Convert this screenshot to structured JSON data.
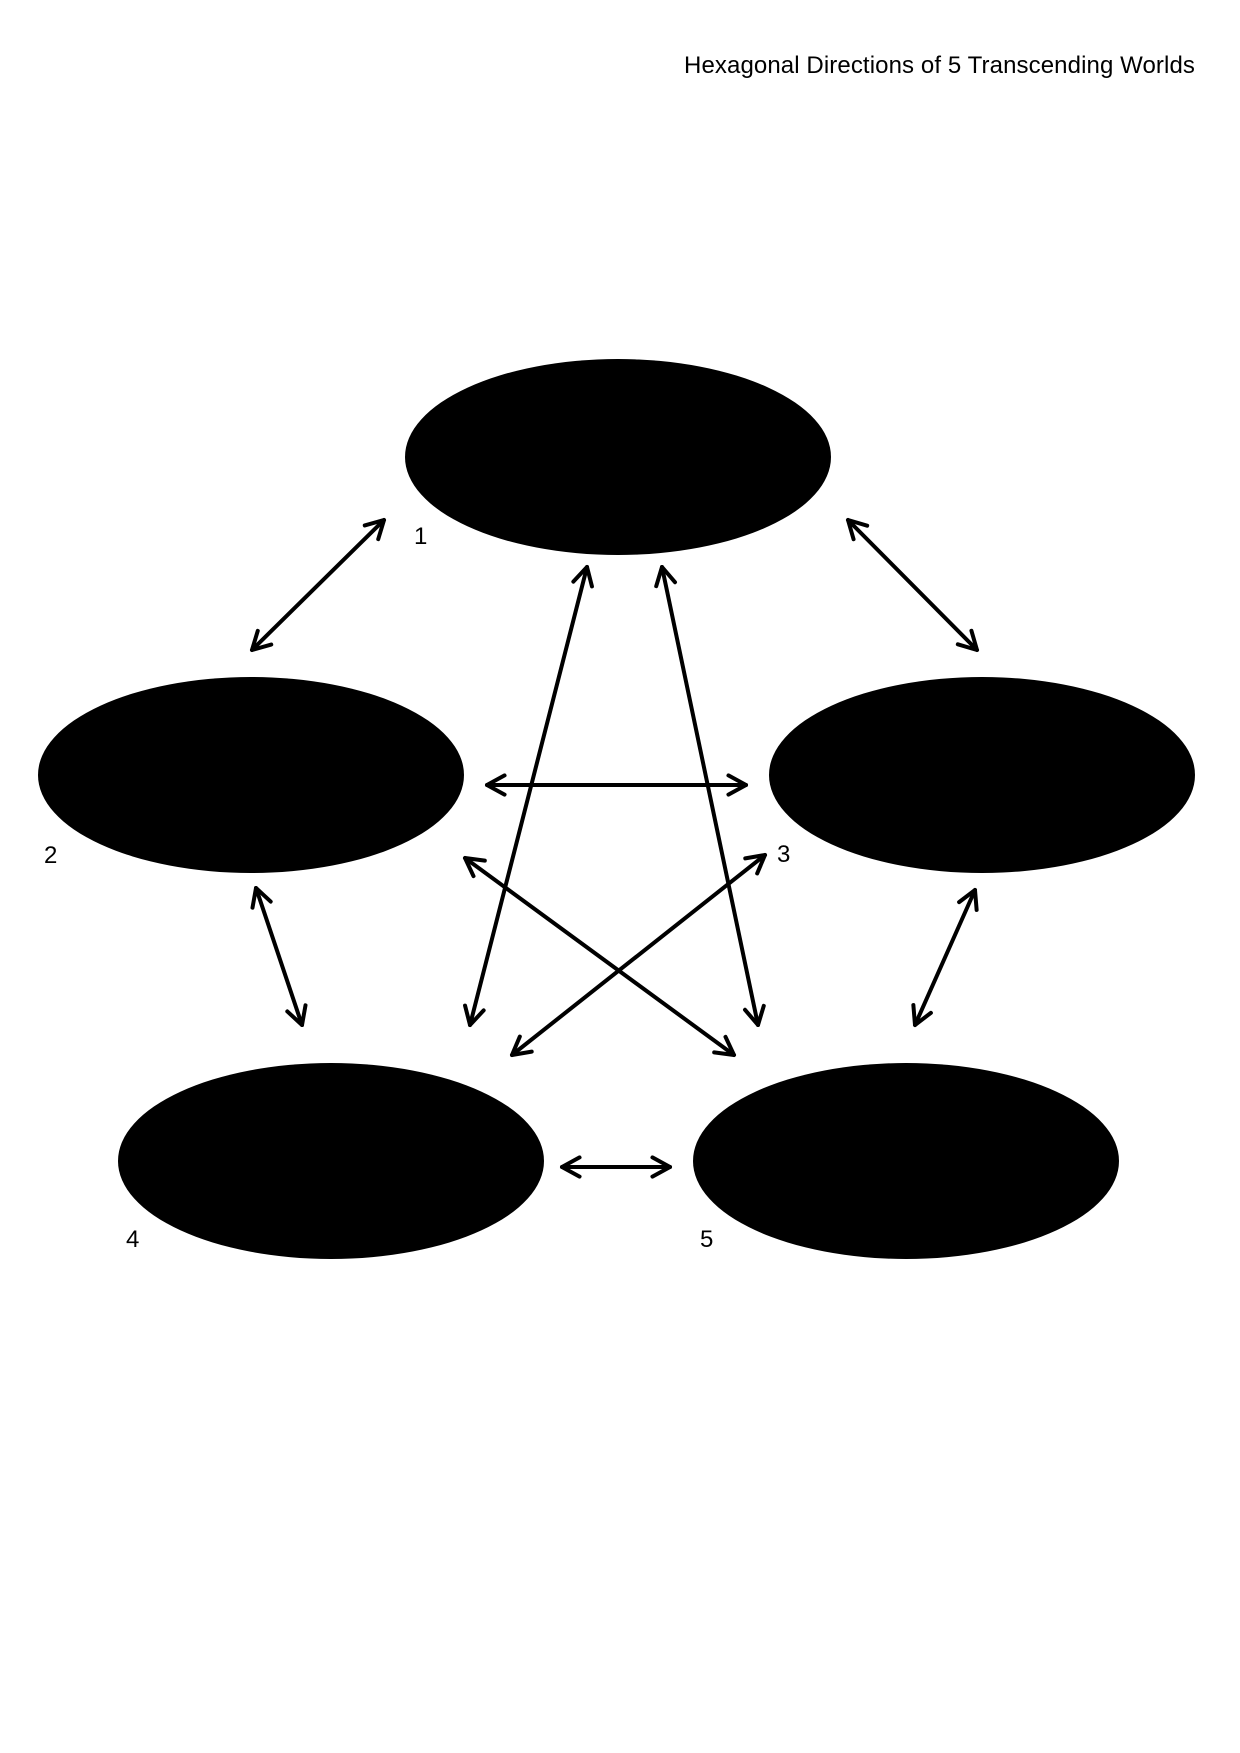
{
  "title": "Hexagonal Directions of 5 Transcending Worlds",
  "colors": {
    "node_fill": "#000000",
    "connector": "#000000",
    "background": "#ffffff"
  },
  "nodes": [
    {
      "id": "1",
      "label": "1"
    },
    {
      "id": "2",
      "label": "2"
    },
    {
      "id": "3",
      "label": "3"
    },
    {
      "id": "4",
      "label": "4"
    },
    {
      "id": "5",
      "label": "5"
    }
  ],
  "connections": [
    {
      "from": "1",
      "to": "2",
      "direction": "bidirectional"
    },
    {
      "from": "1",
      "to": "3",
      "direction": "bidirectional"
    },
    {
      "from": "1",
      "to": "4",
      "direction": "bidirectional"
    },
    {
      "from": "1",
      "to": "5",
      "direction": "bidirectional"
    },
    {
      "from": "2",
      "to": "3",
      "direction": "bidirectional"
    },
    {
      "from": "2",
      "to": "4",
      "direction": "bidirectional"
    },
    {
      "from": "2",
      "to": "5",
      "direction": "bidirectional"
    },
    {
      "from": "3",
      "to": "4",
      "direction": "bidirectional"
    },
    {
      "from": "3",
      "to": "5",
      "direction": "bidirectional"
    },
    {
      "from": "4",
      "to": "5",
      "direction": "bidirectional"
    }
  ]
}
